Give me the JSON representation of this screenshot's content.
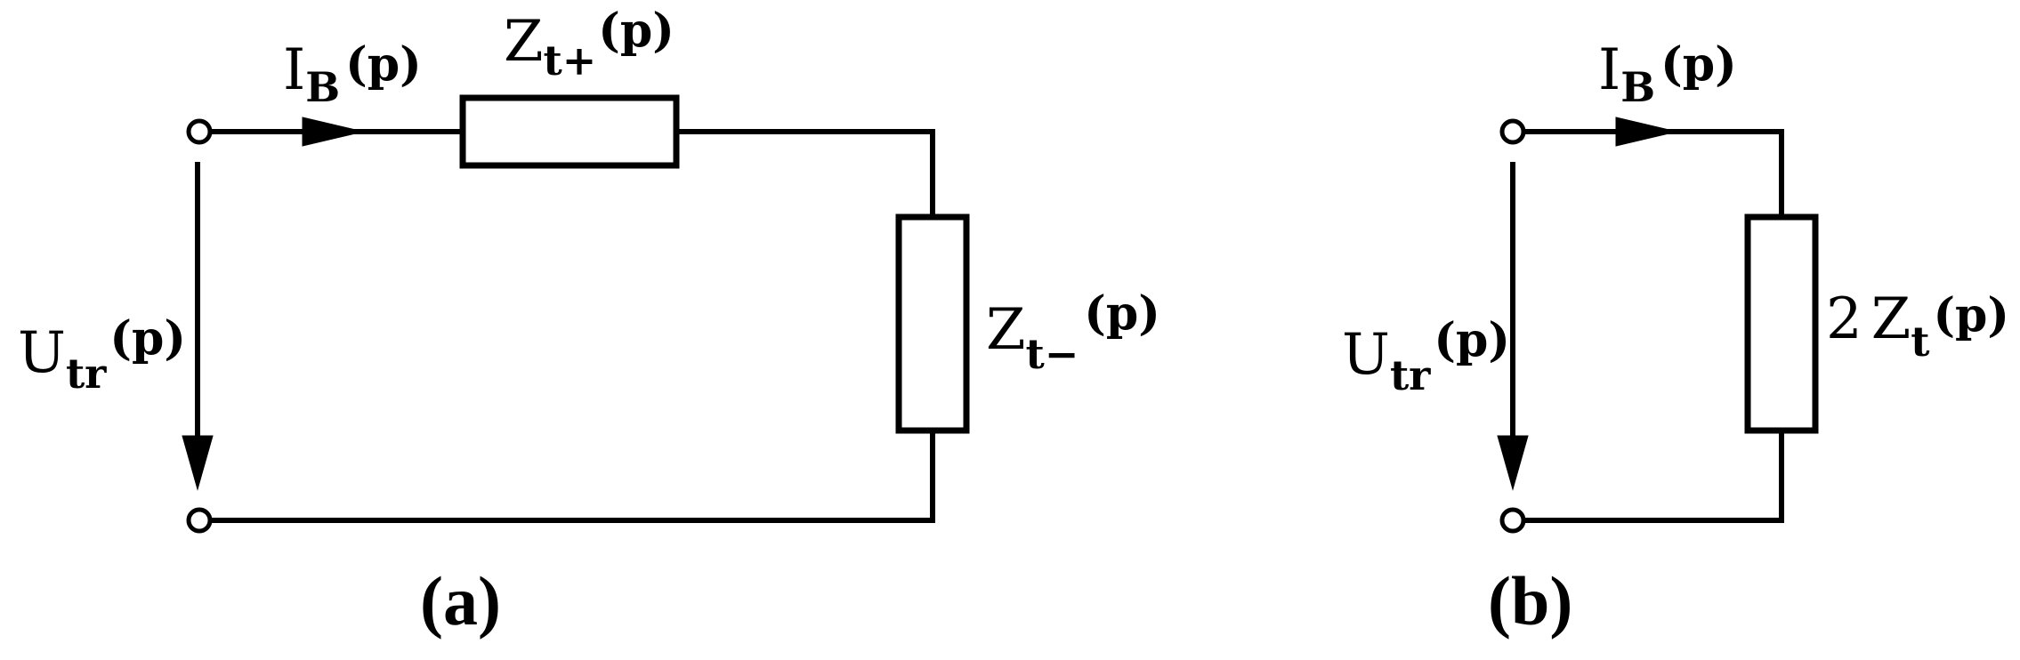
{
  "panels": {
    "a": {
      "caption": "(a)",
      "current": {
        "base": "I",
        "sub": "B",
        "arg": "(p)"
      },
      "voltage": {
        "base": "U",
        "sub": "tr",
        "arg": "(p)"
      },
      "series_impedance": {
        "base": "Z",
        "sub": "t+",
        "arg": "(p)"
      },
      "shunt_impedance": {
        "base": "Z",
        "sub": "t−",
        "arg": "(p)"
      }
    },
    "b": {
      "caption": "(b)",
      "current": {
        "base": "I",
        "sub": "B",
        "arg": "(p)"
      },
      "voltage": {
        "base": "U",
        "sub": "tr",
        "arg": "(p)"
      },
      "impedance": {
        "coef": "2",
        "base": "Z",
        "sub": "t",
        "arg": "(p)"
      }
    }
  }
}
